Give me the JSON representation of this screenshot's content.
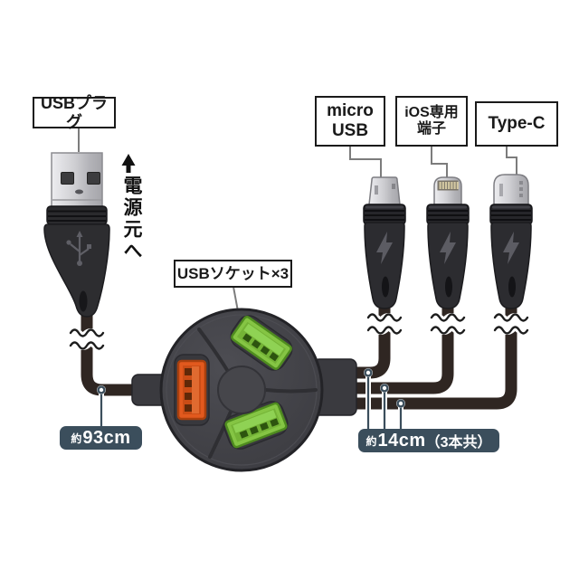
{
  "callouts": {
    "usb_plug": "USBプラグ",
    "usb_socket": "USBソケット×3",
    "micro_usb": {
      "line1": "micro",
      "line2": "USB"
    },
    "ios": {
      "line1": "iOS専用",
      "line2": "端子"
    },
    "type_c": "Type-C"
  },
  "annotations": {
    "power_direction": "電源元へ"
  },
  "measurements": {
    "main_cable": {
      "prefix": "約",
      "value": "93cm"
    },
    "branch_cables": {
      "prefix": "約",
      "value": "14cm",
      "note": "（3本共）"
    }
  },
  "icons": {
    "power_arrow": "up-arrow",
    "usb_plug_logo": "usb-trident",
    "connector_logo": "lightning-bolt"
  },
  "colors": {
    "badge": "#3b4e5c",
    "cable": "#2f2622",
    "hub": "#424247",
    "socket_orange": "#e2591e",
    "socket_green": "#85c544",
    "metal": "#c9c9cd",
    "background": "#ffffff"
  }
}
